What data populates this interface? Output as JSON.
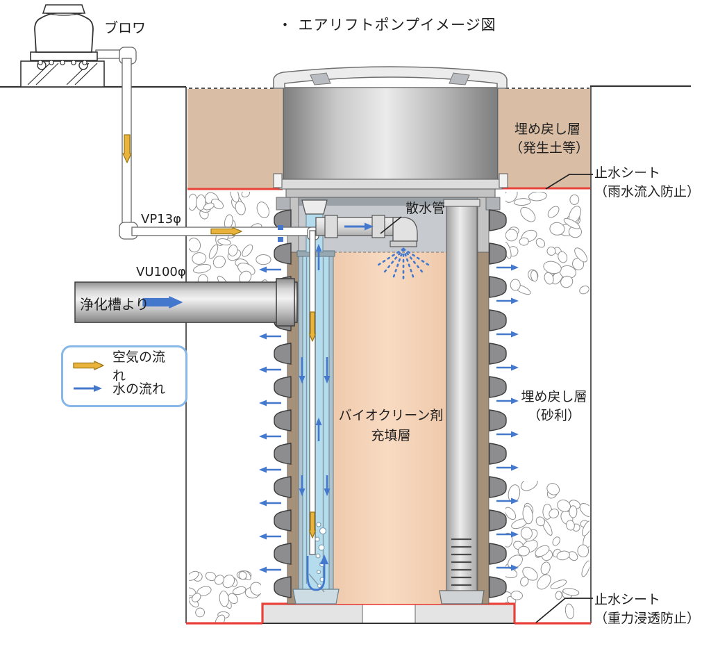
{
  "title": "・ エアリフトポンプイメージ図",
  "labels": {
    "blower": "ブロワ",
    "vp13": "VP13φ",
    "vu100": "VU100φ",
    "from_septic": "浄化槽より",
    "sprinkler": "散水管",
    "backfill_soil_1": "埋め戻し層",
    "backfill_soil_2": "（発生土等）",
    "sheet_rain_1": "止水シート",
    "sheet_rain_2": "（雨水流入防止）",
    "bio_media_1": "バイオクリーン剤",
    "bio_media_2": "充填層",
    "backfill_gravel_1": "埋め戻し層",
    "backfill_gravel_2": "（砂利）",
    "sheet_gravity_1": "止水シート",
    "sheet_gravity_2": "（重力浸透防止）"
  },
  "legend": {
    "air": "空気の流れ",
    "water": "水の流れ"
  },
  "colors": {
    "air_arrow": "#e9b33c",
    "air_arrow_outline": "#9c7a18",
    "water_arrow": "#4478cd",
    "sheet_red": "#e8423a",
    "backfill_soil": "#d9bda4",
    "media_peach": "#f3cdb0",
    "water_tube": "#b5dcec"
  }
}
